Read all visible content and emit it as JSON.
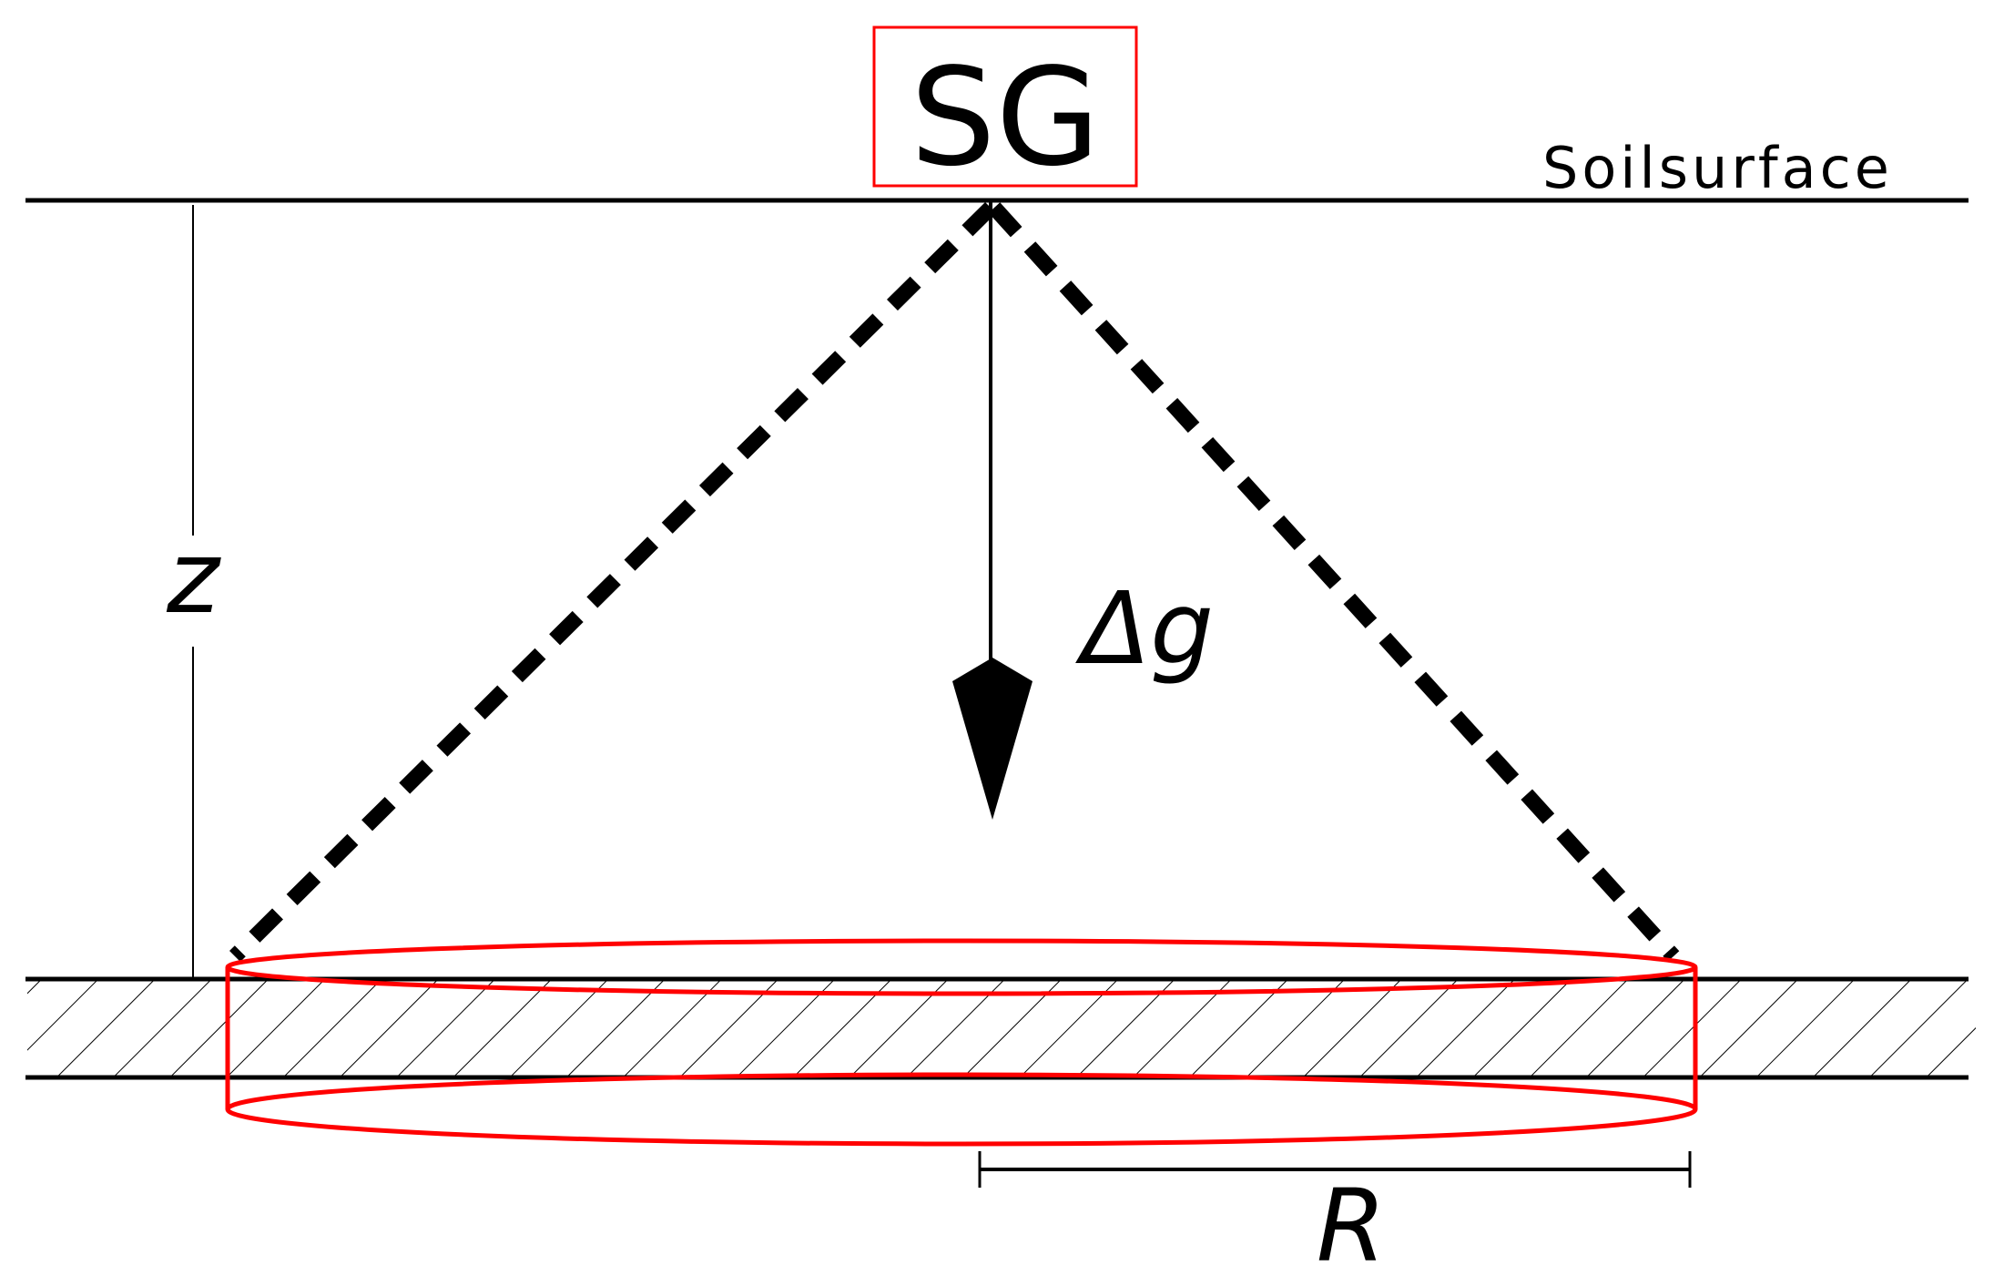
{
  "labels": {
    "instrument": "SG",
    "surface": "Soilsurface",
    "depth": "z",
    "gravity": "Δg",
    "radius": "R"
  },
  "colors": {
    "ink": "#000000",
    "accent": "#ff0000",
    "background": "#ffffff"
  }
}
